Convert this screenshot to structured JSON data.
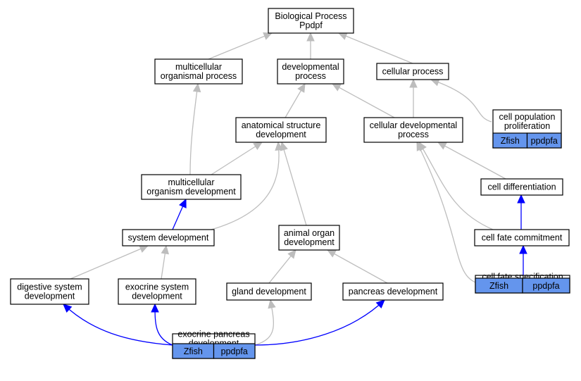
{
  "colors": {
    "regulates_edge": "#0000ff",
    "is_a_edge": "#bdbdbd",
    "annotation_fill": "#6495ed"
  },
  "nodes": [
    {
      "id": "bp",
      "lines": [
        "Biological Process",
        "Ppdpf"
      ]
    },
    {
      "id": "mop",
      "lines": [
        "multicellular",
        "organismal process"
      ]
    },
    {
      "id": "dp",
      "lines": [
        "developmental",
        "process"
      ]
    },
    {
      "id": "cp",
      "lines": [
        "cellular process"
      ]
    },
    {
      "id": "asd",
      "lines": [
        "anatomical structure",
        "development"
      ]
    },
    {
      "id": "cdp",
      "lines": [
        "cellular developmental",
        "process"
      ]
    },
    {
      "id": "cpp",
      "lines": [
        "cell population",
        "proliferation"
      ],
      "tags": [
        "Zfish",
        "ppdpfa"
      ]
    },
    {
      "id": "mod",
      "lines": [
        "multicellular",
        "organism development"
      ]
    },
    {
      "id": "cd",
      "lines": [
        "cell differentiation"
      ]
    },
    {
      "id": "sd",
      "lines": [
        "system development"
      ]
    },
    {
      "id": "aod",
      "lines": [
        "animal organ",
        "development"
      ]
    },
    {
      "id": "cfc",
      "lines": [
        "cell fate commitment"
      ]
    },
    {
      "id": "dsd",
      "lines": [
        "digestive system",
        "development"
      ]
    },
    {
      "id": "esd",
      "lines": [
        "exocrine system",
        "development"
      ]
    },
    {
      "id": "gd",
      "lines": [
        "gland development"
      ]
    },
    {
      "id": "pd",
      "lines": [
        "pancreas development"
      ]
    },
    {
      "id": "cfs",
      "lines": [
        "cell fate specification"
      ],
      "tags": [
        "Zfish",
        "ppdpfa"
      ]
    },
    {
      "id": "epd",
      "lines": [
        "exocrine pancreas",
        "development"
      ],
      "tags": [
        "Zfish",
        "ppdpfa"
      ]
    }
  ],
  "edges": [
    {
      "from": "mop",
      "to": "bp",
      "type": "is_a"
    },
    {
      "from": "dp",
      "to": "bp",
      "type": "is_a"
    },
    {
      "from": "cp",
      "to": "bp",
      "type": "is_a"
    },
    {
      "from": "mod",
      "to": "mop",
      "type": "is_a"
    },
    {
      "from": "asd",
      "to": "dp",
      "type": "is_a"
    },
    {
      "from": "cdp",
      "to": "dp",
      "type": "is_a"
    },
    {
      "from": "cdp",
      "to": "cp",
      "type": "is_a"
    },
    {
      "from": "cpp",
      "to": "cp",
      "type": "is_a"
    },
    {
      "from": "mod",
      "to": "asd",
      "type": "is_a"
    },
    {
      "from": "sd",
      "to": "asd",
      "type": "is_a"
    },
    {
      "from": "aod",
      "to": "asd",
      "type": "is_a"
    },
    {
      "from": "cd",
      "to": "cdp",
      "type": "is_a"
    },
    {
      "from": "cfc",
      "to": "cdp",
      "type": "is_a"
    },
    {
      "from": "cfs",
      "to": "cdp",
      "type": "is_a"
    },
    {
      "from": "sd",
      "to": "mod",
      "type": "regulates"
    },
    {
      "from": "cfc",
      "to": "cd",
      "type": "regulates"
    },
    {
      "from": "cfs",
      "to": "cfc",
      "type": "regulates"
    },
    {
      "from": "dsd",
      "to": "sd",
      "type": "is_a"
    },
    {
      "from": "esd",
      "to": "sd",
      "type": "is_a"
    },
    {
      "from": "gd",
      "to": "aod",
      "type": "is_a"
    },
    {
      "from": "pd",
      "to": "aod",
      "type": "is_a"
    },
    {
      "from": "epd",
      "to": "dsd",
      "type": "regulates"
    },
    {
      "from": "epd",
      "to": "esd",
      "type": "regulates"
    },
    {
      "from": "epd",
      "to": "gd",
      "type": "is_a"
    },
    {
      "from": "epd",
      "to": "pd",
      "type": "regulates"
    }
  ]
}
